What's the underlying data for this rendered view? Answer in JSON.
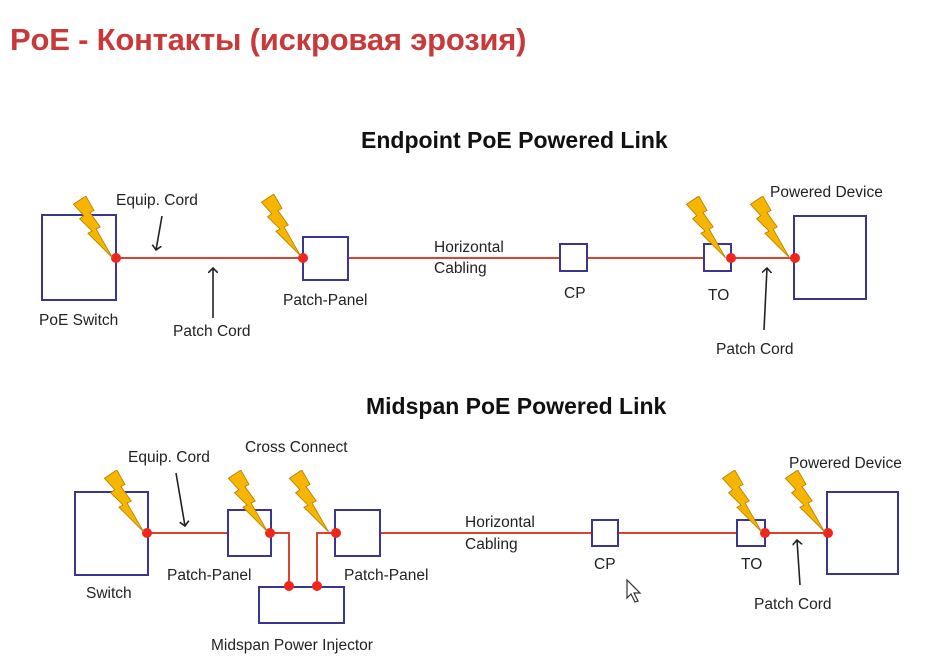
{
  "title": "PoE - Контакты (искровая эрозия)",
  "colors": {
    "title": "#c8393a",
    "cable": "#d9442c",
    "box_border": "#3b3592",
    "contact_point": "#f0261a",
    "spark": "#f7b500"
  },
  "endpoint": {
    "heading": "Endpoint PoE Powered Link",
    "labels": {
      "switch": "PoE Switch",
      "equip_cord": "Equip. Cord",
      "patch_cord_1": "Patch Cord",
      "patch_panel": "Patch-Panel",
      "horizontal_1": "Horizontal",
      "horizontal_2": "Cabling",
      "cp": "CP",
      "to": "TO",
      "powered_device": "Powered Device",
      "patch_cord_2": "Patch Cord"
    }
  },
  "midspan": {
    "heading": "Midspan PoE Powered Link",
    "labels": {
      "switch": "Switch",
      "equip_cord": "Equip. Cord",
      "cross_connect": "Cross Connect",
      "patch_panel_1": "Patch-Panel",
      "patch_panel_2": "Patch-Panel",
      "injector": "Midspan Power Injector",
      "horizontal_1": "Horizontal",
      "horizontal_2": "Cabling",
      "cp": "CP",
      "to": "TO",
      "powered_device": "Powered Device",
      "patch_cord": "Patch Cord"
    }
  },
  "icons": {
    "spark": "lightning-bolt-icon",
    "cursor": "mouse-pointer-icon"
  }
}
